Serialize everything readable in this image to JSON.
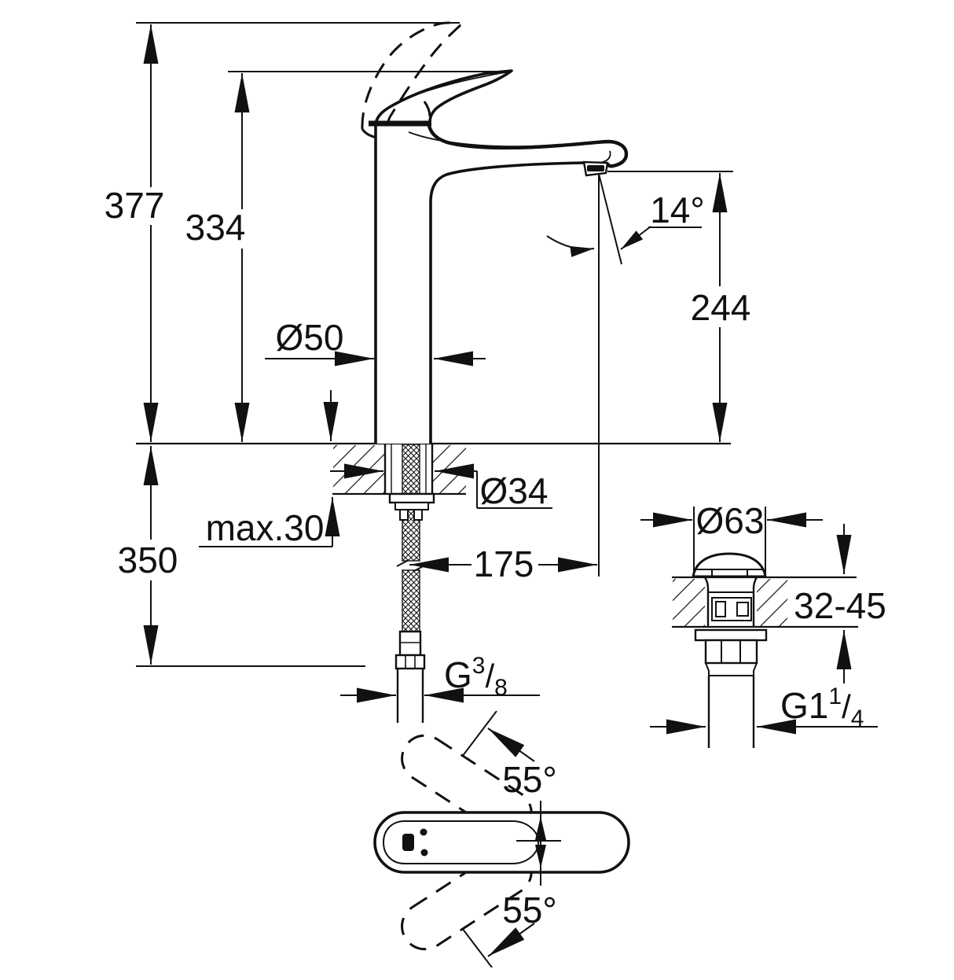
{
  "drawing": {
    "front": {
      "height_overall": "377",
      "height_to_spout_top": "334",
      "body_diameter": "Ø50",
      "spout_angle": "14°",
      "spout_height": "244",
      "hole_diameter": "Ø34",
      "deck_thickness_max": "max.30",
      "hose_length_below": "350",
      "spout_projection": "175",
      "supply_thread_main": "G",
      "supply_thread_sup": "3",
      "supply_thread_slash": "/",
      "supply_thread_sub": "8"
    },
    "waste": {
      "flange_diameter": "Ø63",
      "deck_thickness_range": "32-45",
      "waste_thread_main": "G1",
      "waste_thread_sup": "1",
      "waste_thread_slash": "/",
      "waste_thread_sub": "4"
    },
    "top": {
      "handle_swing_up": "55°",
      "handle_swing_down": "55°"
    },
    "colors": {
      "line": "#111111",
      "background": "#ffffff"
    }
  }
}
